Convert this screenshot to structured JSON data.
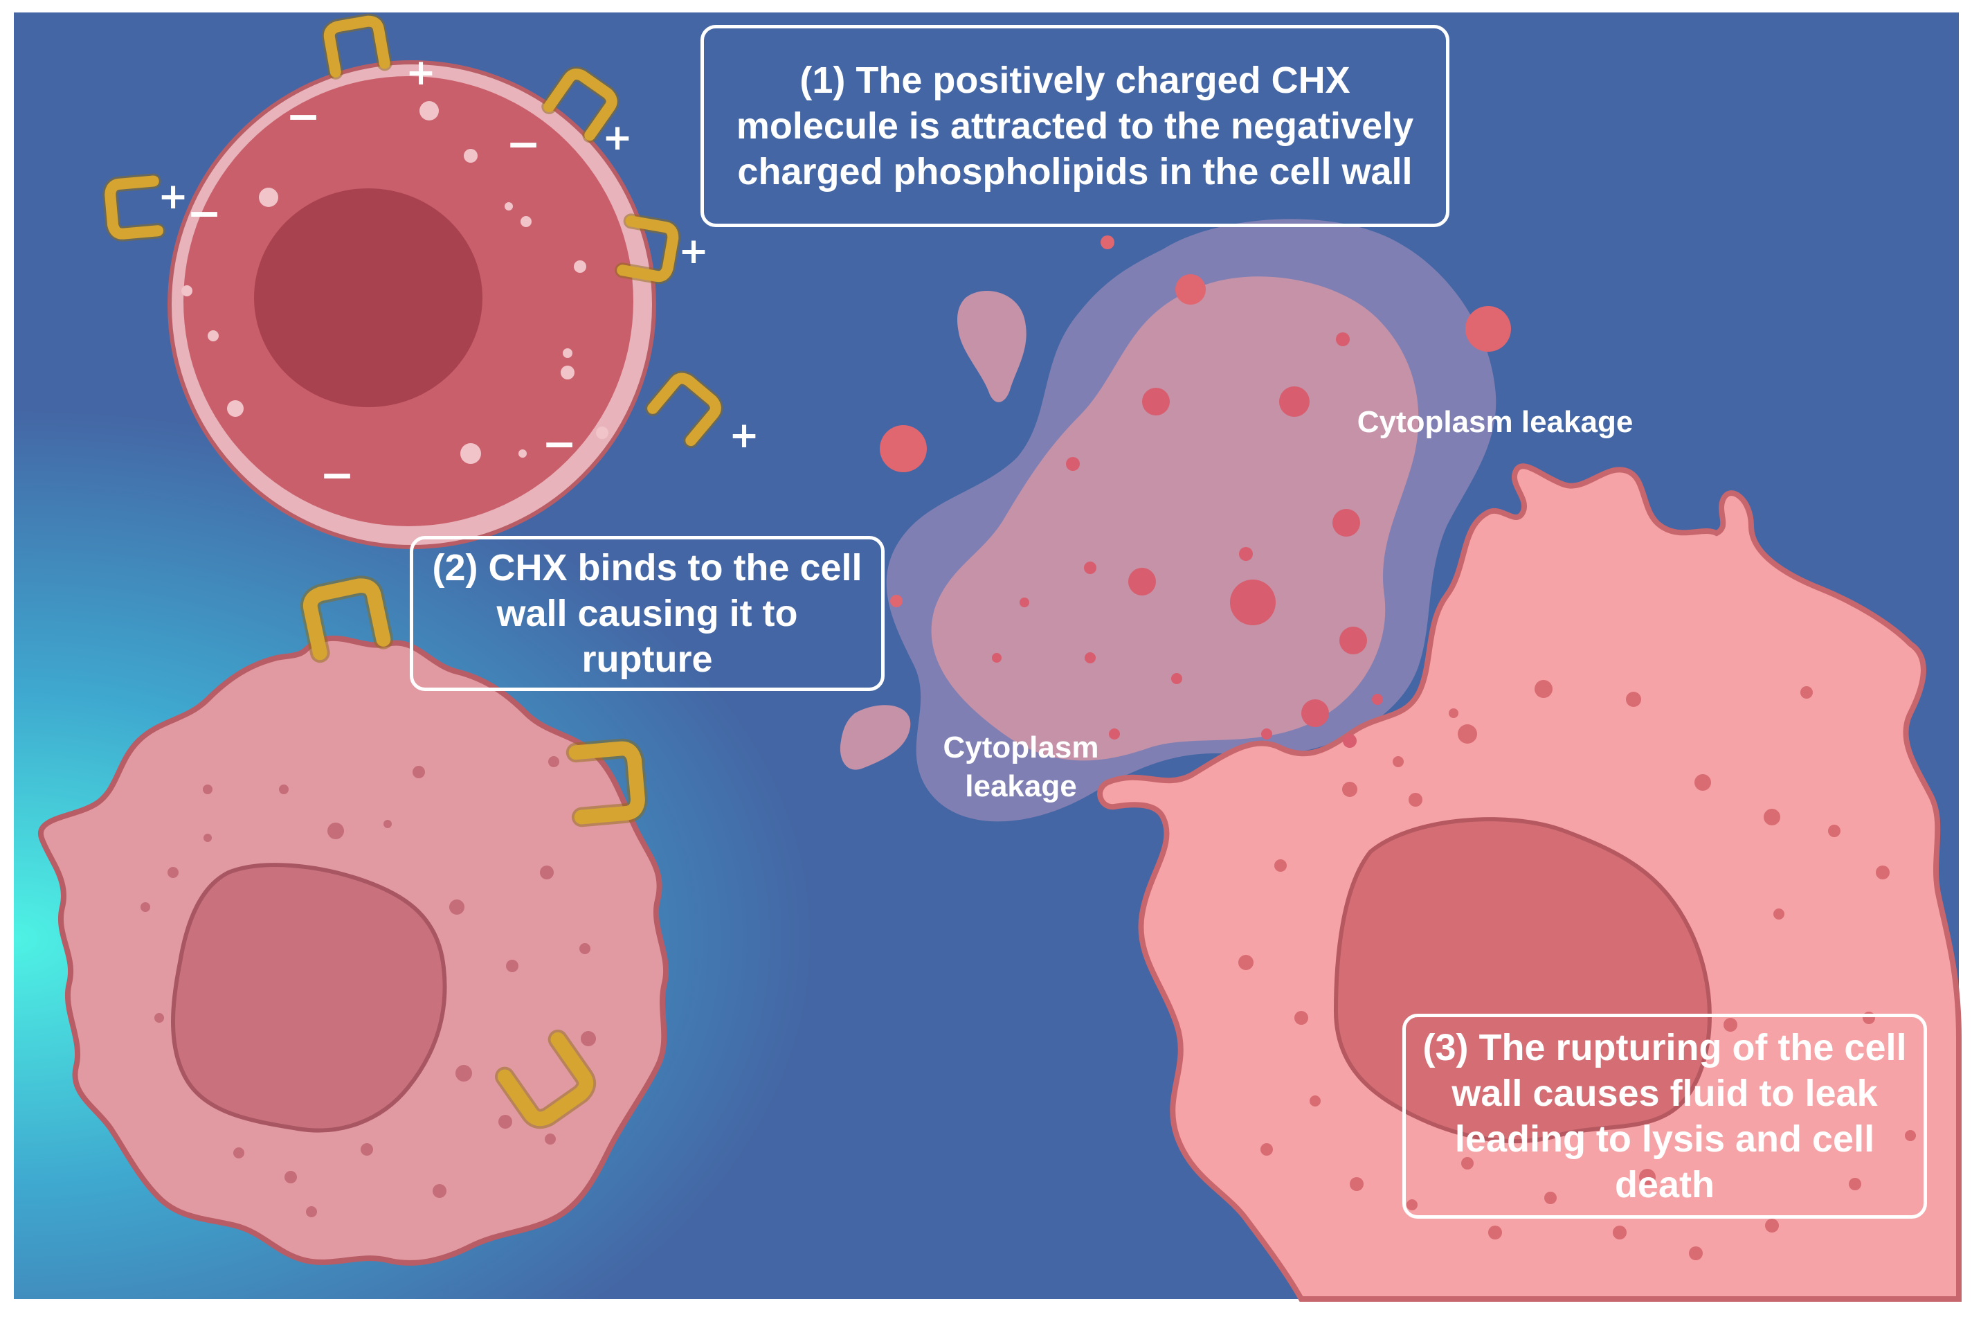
{
  "captions": {
    "step1": "(1) The positively charged CHX molecule is attracted to the negatively charged phospholipids in the cell wall",
    "step2": "(2) CHX binds to the cell wall causing it to rupture",
    "step3": "(3) The rupturing of the cell wall causes fluid to leak leading to lysis and cell death"
  },
  "labels": {
    "leak_upper": "Cytoplasm leakage",
    "leak_lower": "Cytoplasm\nleakage"
  },
  "symbols": {
    "positive": "+",
    "negative": "−"
  },
  "colors": {
    "background": "#4466a4",
    "glow": "#4ee8e0",
    "intact_cell": "#c95f6b",
    "intact_nucleus": "#a9424f",
    "damaged_cell": "#e29aa2",
    "lysed_cell": "#f5a3a6",
    "leak_cloud": "#9b84b0",
    "chx_molecule": "#d6a531"
  }
}
